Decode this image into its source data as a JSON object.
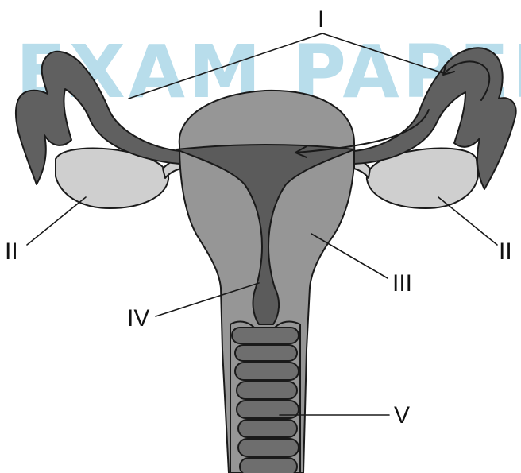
{
  "watermark": {
    "text": "EXAM PAPER",
    "color": "#7fc3dc"
  },
  "labels": {
    "fallopian_tube": "I",
    "ovary_left": "II",
    "ovary_right": "II",
    "uterus_wall": "III",
    "cervix": "IV",
    "vagina": "V"
  },
  "colors": {
    "outline": "#1a1a1a",
    "uterus": "#969696",
    "cavity": "#5b5b5b",
    "tube": "#606060",
    "ovary": "#cfcfcf",
    "ridges": "#6e6e6e"
  }
}
